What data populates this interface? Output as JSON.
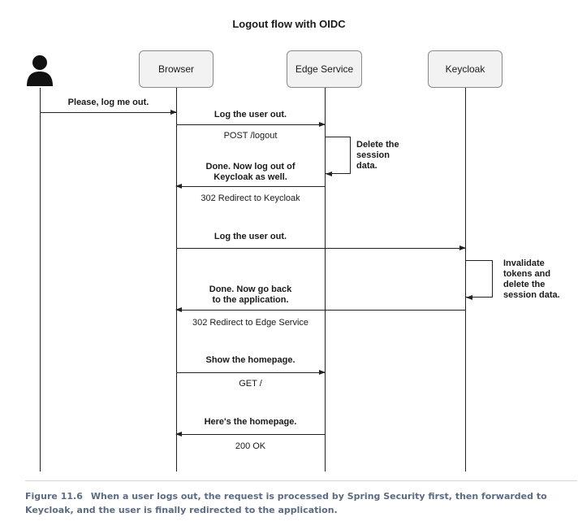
{
  "title": "Logout flow with OIDC",
  "participants": {
    "user": {
      "icon": "user-icon"
    },
    "browser": {
      "label": "Browser"
    },
    "edge": {
      "label": "Edge Service"
    },
    "keycloak": {
      "label": "Keycloak"
    }
  },
  "messages": {
    "m1": "Please, log me out.",
    "m2": "Log the user out.",
    "m2_reply": "POST /logout",
    "note1": "Delete the\nsession\ndata.",
    "m3": "Done. Now log out of\nKeycloak as well.",
    "m3_reply": "302 Redirect to Keycloak",
    "m4": "Log the user out.",
    "note2": "Invalidate\ntokens and\ndelete the\nsession data.",
    "m5": "Done. Now go back\nto the application.",
    "m5_reply": "302 Redirect to Edge Service",
    "m6": "Show the homepage.",
    "m6_reply": "GET /",
    "m7": "Here's the homepage.",
    "m7_reply": "200 OK"
  },
  "caption": {
    "number": "Figure 11.6",
    "text": "When a user logs out, the request is processed by Spring Security first, then forwarded to Keycloak, and the user is finally redirected to the application."
  },
  "colors": {
    "line": "#222222",
    "box_fill": "#f2f2f2",
    "box_border": "#8a8a8a",
    "caption": "#5b6b82"
  }
}
